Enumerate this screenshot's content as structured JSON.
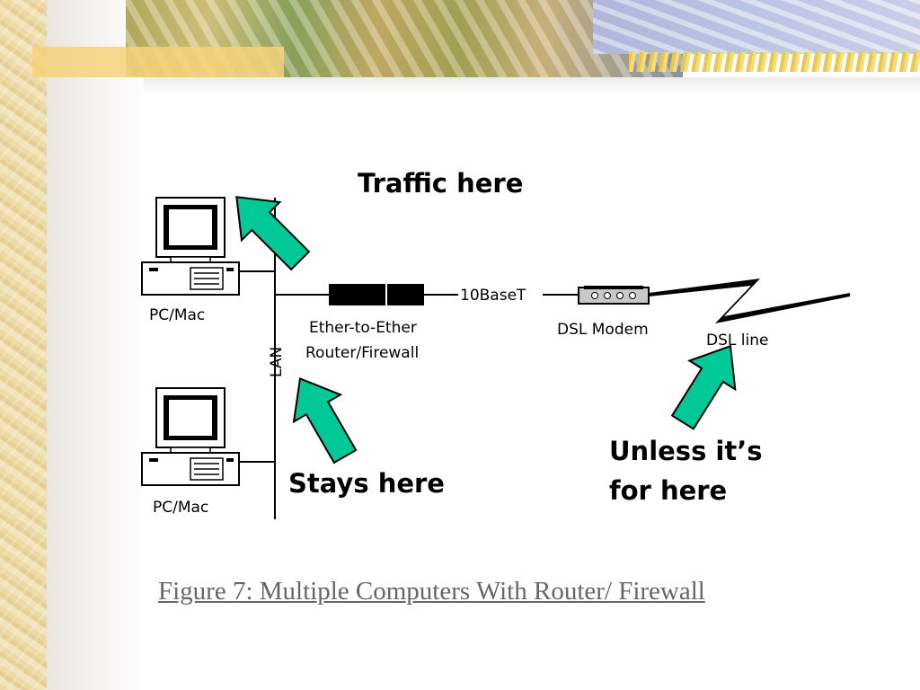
{
  "diagram": {
    "pc_label_top": "PC/Mac",
    "pc_label_bottom": "PC/Mac",
    "lan_label": "LAN",
    "router_label_line1": "Ether-to-Ether",
    "router_label_line2": "Router/Firewall",
    "link_label": "10BaseT",
    "modem_label": "DSL Modem",
    "line_label": "DSL line",
    "note_top": "Traffic here",
    "note_bottom": "Stays here",
    "note_right_line1": "Unless it’s",
    "note_right_line2": "for here",
    "arrow_color": "#00c896"
  },
  "caption": "Figure 7: Multiple Computers With Router/ Firewall"
}
